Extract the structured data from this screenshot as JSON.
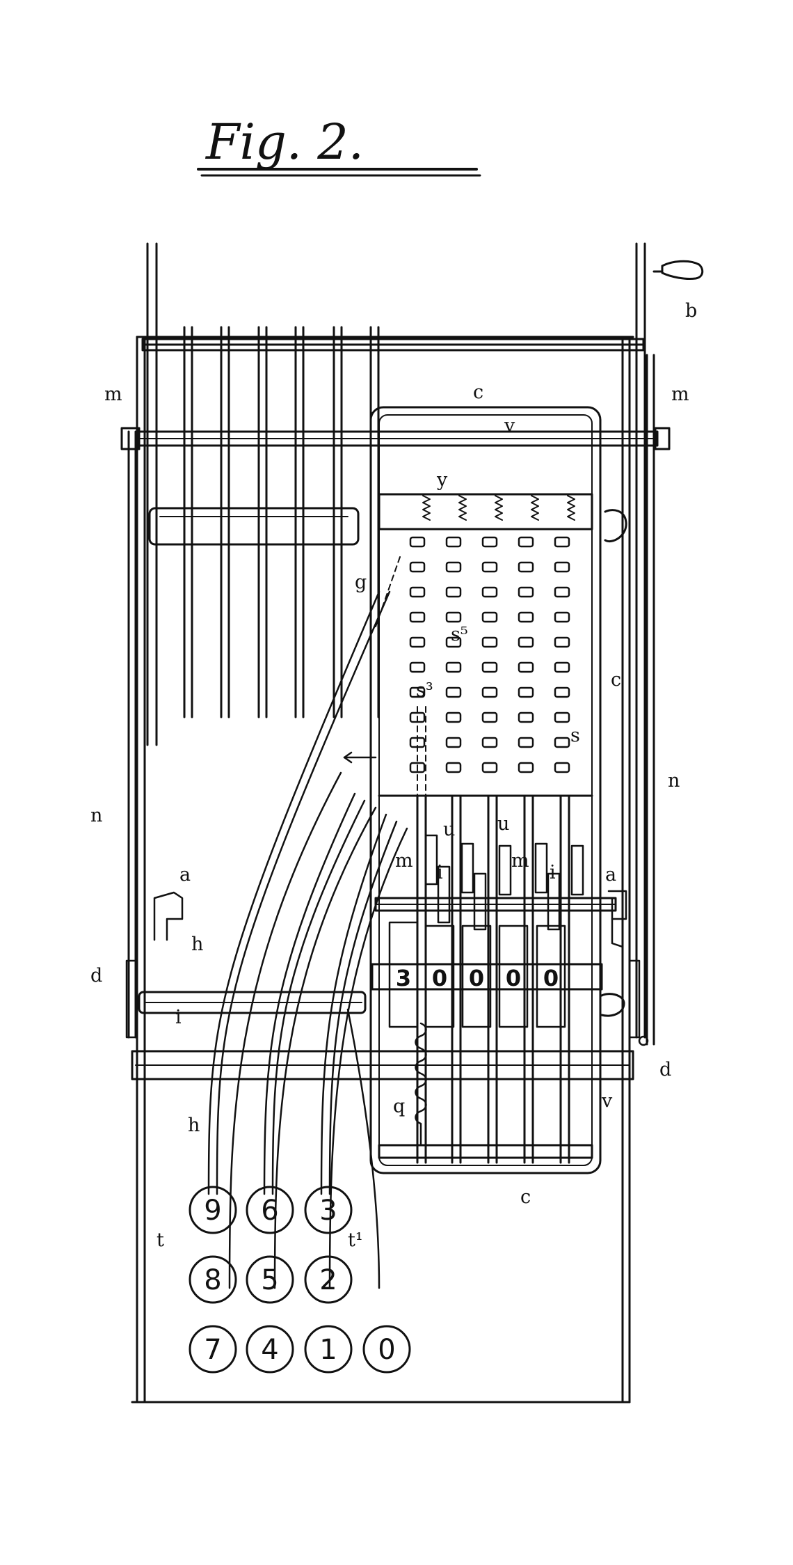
{
  "figure": {
    "title": "Fig. 2."
  },
  "labels": {
    "b": "b",
    "m_left": "m",
    "m_right": "m",
    "c_top": "c",
    "v_top": "v",
    "y": "y",
    "g": "g",
    "s5": "s⁵",
    "s3": "s³",
    "c_mid": "c",
    "s": "s",
    "n_left": "n",
    "n_right": "n",
    "u1": "u",
    "u2": "u",
    "m_carriage1": "m",
    "i_carriage1": "i",
    "m_carriage2": "m",
    "i_carriage2": "i",
    "a_left": "a",
    "a_right": "a",
    "h_upper": "h",
    "d_left": "d",
    "d_right": "d",
    "i_left": "i",
    "h_lower": "h",
    "v_right": "v",
    "q": "q",
    "c_bottom": "c",
    "t": "t",
    "t1": "t¹"
  },
  "counter_digits": [
    "3",
    "0",
    "0",
    "0",
    "0"
  ],
  "keys": [
    "9",
    "6",
    "3",
    "8",
    "5",
    "2",
    "7",
    "4",
    "1",
    "0"
  ]
}
